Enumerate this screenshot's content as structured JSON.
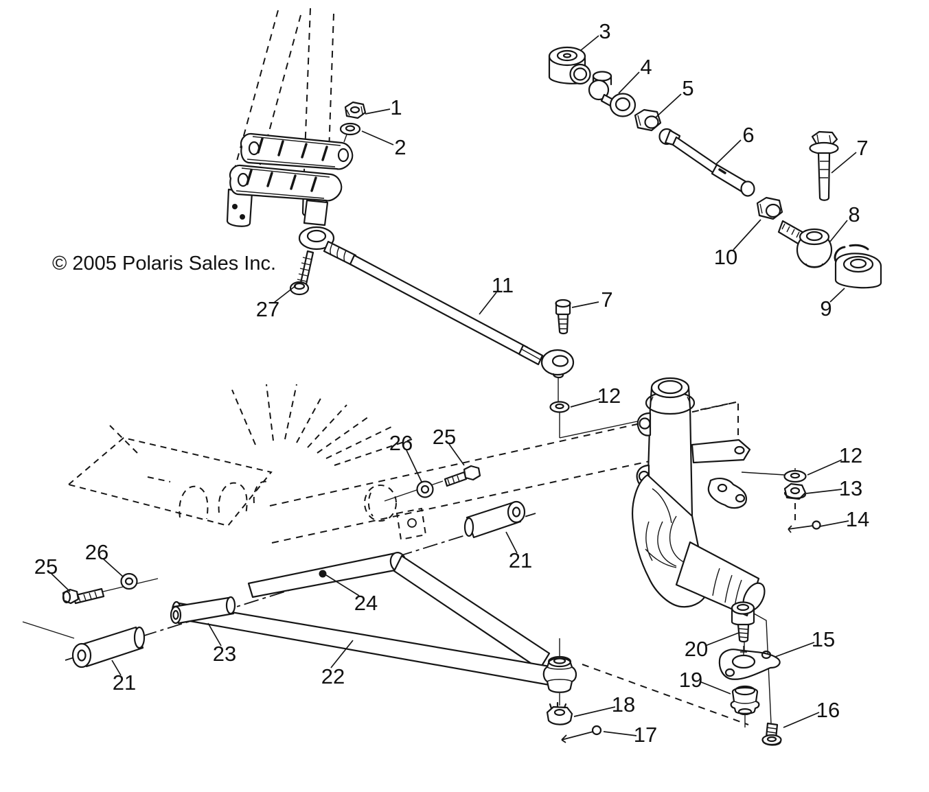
{
  "copyright": "© 2005 Polaris Sales Inc.",
  "callouts": [
    {
      "label": "1"
    },
    {
      "label": "2"
    },
    {
      "label": "3"
    },
    {
      "label": "4"
    },
    {
      "label": "5"
    },
    {
      "label": "6"
    },
    {
      "label": "7"
    },
    {
      "label": "8"
    },
    {
      "label": "9"
    },
    {
      "label": "10"
    },
    {
      "label": "11"
    },
    {
      "label": "7"
    },
    {
      "label": "12"
    },
    {
      "label": "12"
    },
    {
      "label": "13"
    },
    {
      "label": "14"
    },
    {
      "label": "15"
    },
    {
      "label": "16"
    },
    {
      "label": "17"
    },
    {
      "label": "18"
    },
    {
      "label": "19"
    },
    {
      "label": "20"
    },
    {
      "label": "21"
    },
    {
      "label": "22"
    },
    {
      "label": "23"
    },
    {
      "label": "24"
    },
    {
      "label": "25"
    },
    {
      "label": "26"
    },
    {
      "label": "25"
    },
    {
      "label": "26"
    },
    {
      "label": "21"
    },
    {
      "label": "27"
    }
  ]
}
